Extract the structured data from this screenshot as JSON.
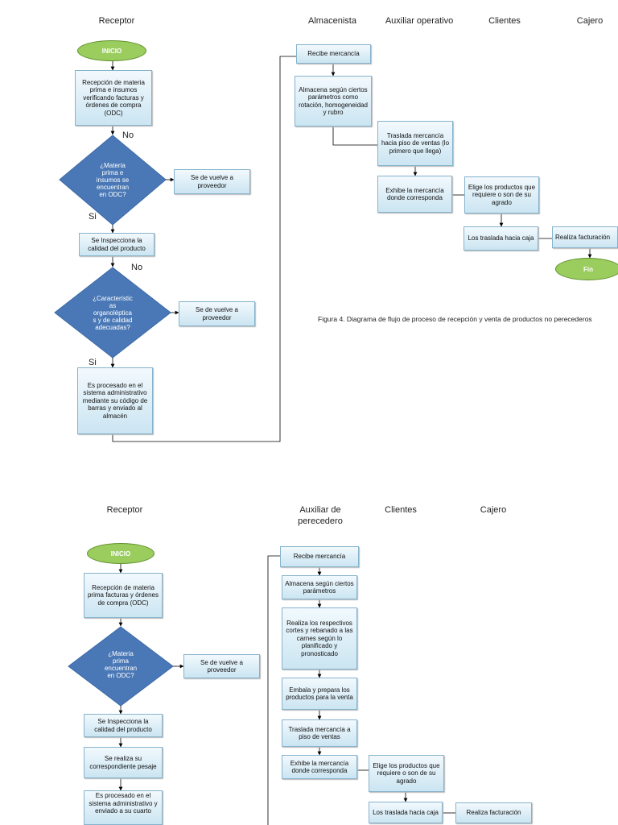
{
  "diagram1": {
    "lanes": {
      "receptor": "Receptor",
      "almacenista": "Almacenista",
      "auxiliar": "Auxiliar operativo",
      "clientes": "Clientes",
      "cajero": "Cajero"
    },
    "start": "INICIO",
    "recepcion": "Recepción de materia prima e insumos verificando facturas y órdenes de compra (ODC)",
    "decision1": "¿Materia\nprima e\ninsumos se\nencuentran\nen ODC?",
    "decision1_no": "No",
    "decision1_yes": "Si",
    "devolver1": "Se de vuelve a proveedor",
    "inspecciona": "Se Inspecciona la calidad del producto",
    "decision2": "¿Característic\nas\norganoléptica\ns y de calidad\nadecuadas?",
    "decision2_no": "No",
    "decision2_yes": "Si",
    "devolver2": "Se de vuelve a proveedor",
    "procesado": "Es procesado en el sistema administrativo mediante su código de barras y enviado al almacén",
    "recibe": "Recibe mercancía",
    "almacena": "Almacena según ciertos parámetros como rotación, homogeneidad y rubro",
    "traslada": "Traslada mercancía hacia piso de ventas (lo primero que llega)",
    "exhibe": "Exhibe la mercancía donde corresponda",
    "elige": "Elige los productos que requiere o son de su agrado",
    "lleva_caja": "Los traslada hacia caja",
    "factura": "Realiza facturación",
    "end": "Fin",
    "caption": "Figura 4. Diagrama de flujo de proceso de recepción y venta de productos no perecederos"
  },
  "diagram2": {
    "lanes": {
      "receptor": "Receptor",
      "auxiliar": "Auxiliar de perecedero",
      "clientes": "Clientes",
      "cajero": "Cajero"
    },
    "start": "INICIO",
    "recepcion": "Recepción de materia prima facturas y órdenes de compra (ODC)",
    "decision1": "¿Materia\nprima\nencuentran\nen ODC?",
    "devolver1": "Se de vuelve a proveedor",
    "inspecciona": "Se Inspecciona la calidad del producto",
    "pesaje": "Se realiza su correspondiente pesaje",
    "procesado": "Es procesado en el sistema administrativo y enviado a su cuarto",
    "recibe": "Recibe mercancía",
    "almacena": "Almacena según ciertos parámetros",
    "cortes": "Realiza los respectivos cortes y rebanado a las carnes según lo planificado y pronosticado",
    "embala": "Embala y prepara los productos para la venta",
    "traslada": "Traslada mercancía a piso de ventas",
    "exhibe": "Exhibe la mercancía donde corresponda",
    "elige": "Elige los productos que requiere o son de su agrado",
    "lleva_caja": "Los traslada hacia caja",
    "factura": "Realiza facturación"
  },
  "colors": {
    "decision_fill": "#4a78b6",
    "terminal_fill": "#9acd5d",
    "process_border": "#86b3cc",
    "connector": "#000000"
  }
}
